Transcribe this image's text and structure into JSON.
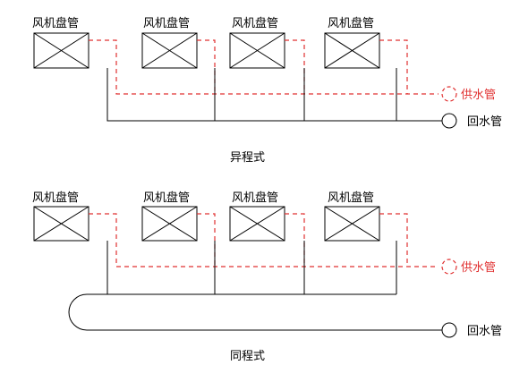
{
  "top_diagram": {
    "units": [
      "风机盘管",
      "风机盘管",
      "风机盘管",
      "风机盘管"
    ],
    "supply_label": "供水管",
    "return_label": "回水管",
    "caption": "异程式"
  },
  "bottom_diagram": {
    "units": [
      "风机盘管",
      "风机盘管",
      "风机盘管",
      "风机盘管"
    ],
    "supply_label": "供水管",
    "return_label": "回水管",
    "caption": "同程式"
  },
  "colors": {
    "supply": "#e03030",
    "return": "#000000",
    "unit_box": "#000000"
  }
}
